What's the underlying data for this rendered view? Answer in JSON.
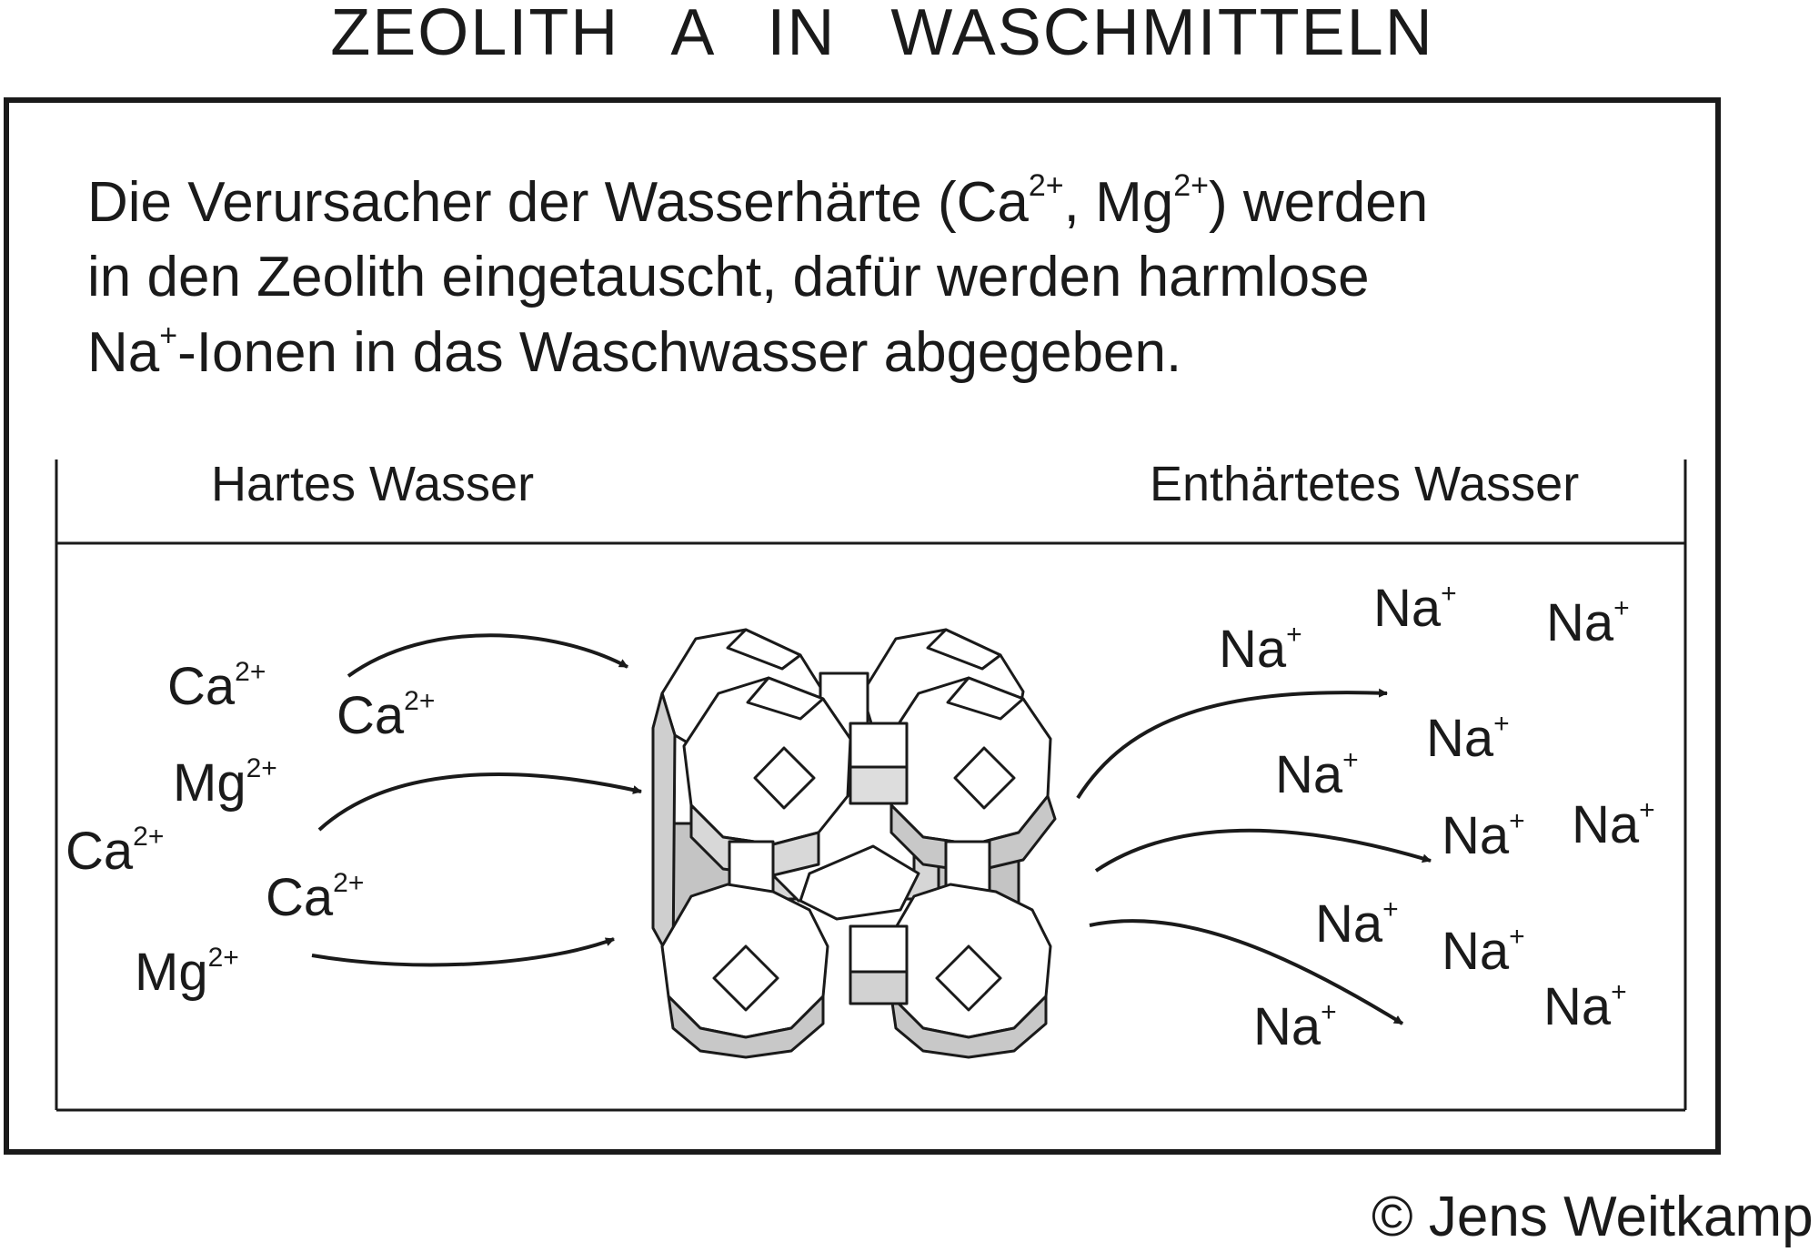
{
  "title": "ZEOLITH   A   IN   WASCHMITTELN",
  "description": {
    "line1_a": "Die Verursacher der Wasserhärte (Ca",
    "line1_sup1": "2+",
    "line1_b": ", Mg",
    "line1_sup2": "2+",
    "line1_c": ")  werden",
    "line2": "in den Zeolith eingetauscht, dafür werden harmlose",
    "line3_a": "Na",
    "line3_sup": "+",
    "line3_b": "-Ionen in das Waschwasser abgegeben."
  },
  "labels": {
    "hard_water": "Hartes Wasser",
    "soft_water": "Enthärtetes Wasser"
  },
  "left_ions": [
    {
      "symbol": "Ca",
      "charge": "2+"
    },
    {
      "symbol": "Ca",
      "charge": "2+"
    },
    {
      "symbol": "Mg",
      "charge": "2+"
    },
    {
      "symbol": "Ca",
      "charge": "2+"
    },
    {
      "symbol": "Ca",
      "charge": "2+"
    },
    {
      "symbol": "Mg",
      "charge": "2+"
    }
  ],
  "right_ions": [
    {
      "symbol": "Na",
      "charge": "+"
    },
    {
      "symbol": "Na",
      "charge": "+"
    },
    {
      "symbol": "Na",
      "charge": "+"
    },
    {
      "symbol": "Na",
      "charge": "+"
    },
    {
      "symbol": "Na",
      "charge": "+"
    },
    {
      "symbol": "Na",
      "charge": "+"
    },
    {
      "symbol": "Na",
      "charge": "+"
    },
    {
      "symbol": "Na",
      "charge": "+"
    },
    {
      "symbol": "Na",
      "charge": "+"
    },
    {
      "symbol": "Na",
      "charge": "+"
    },
    {
      "symbol": "Na",
      "charge": "+"
    }
  ],
  "credit": "© Jens Weitkamp",
  "colors": {
    "ink": "#1a1a1a",
    "face_light": "#e2e2e2",
    "face_mid": "#cfcfcf",
    "face_dark": "#bdbdbd"
  },
  "icons": [
    "zeolite-a-framework-icon",
    "arrow-icon"
  ]
}
